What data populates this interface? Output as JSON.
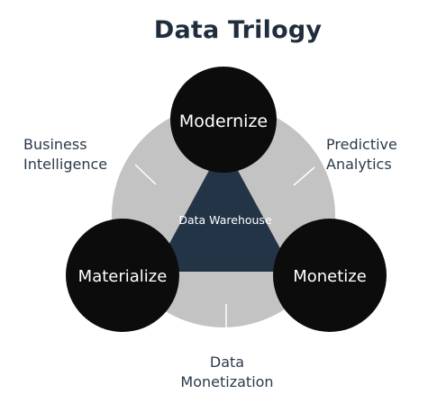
{
  "title": "Data Trilogy",
  "center_label": "Data Warehouse",
  "nodes": {
    "top": "Modernize",
    "left": "Materialize",
    "right": "Monetize"
  },
  "outcomes": {
    "business_intelligence": [
      "Business",
      "Intelligence"
    ],
    "predictive_analytics": [
      "Predictive",
      "Analytics"
    ],
    "data_monetization": [
      "Data",
      "Monetization"
    ]
  },
  "colors": {
    "title": "#1f2d3d",
    "ring": "#c3c3c3",
    "triangle": "#243447",
    "nodes": "#0c0c0c",
    "text": "#2b3a4a"
  }
}
